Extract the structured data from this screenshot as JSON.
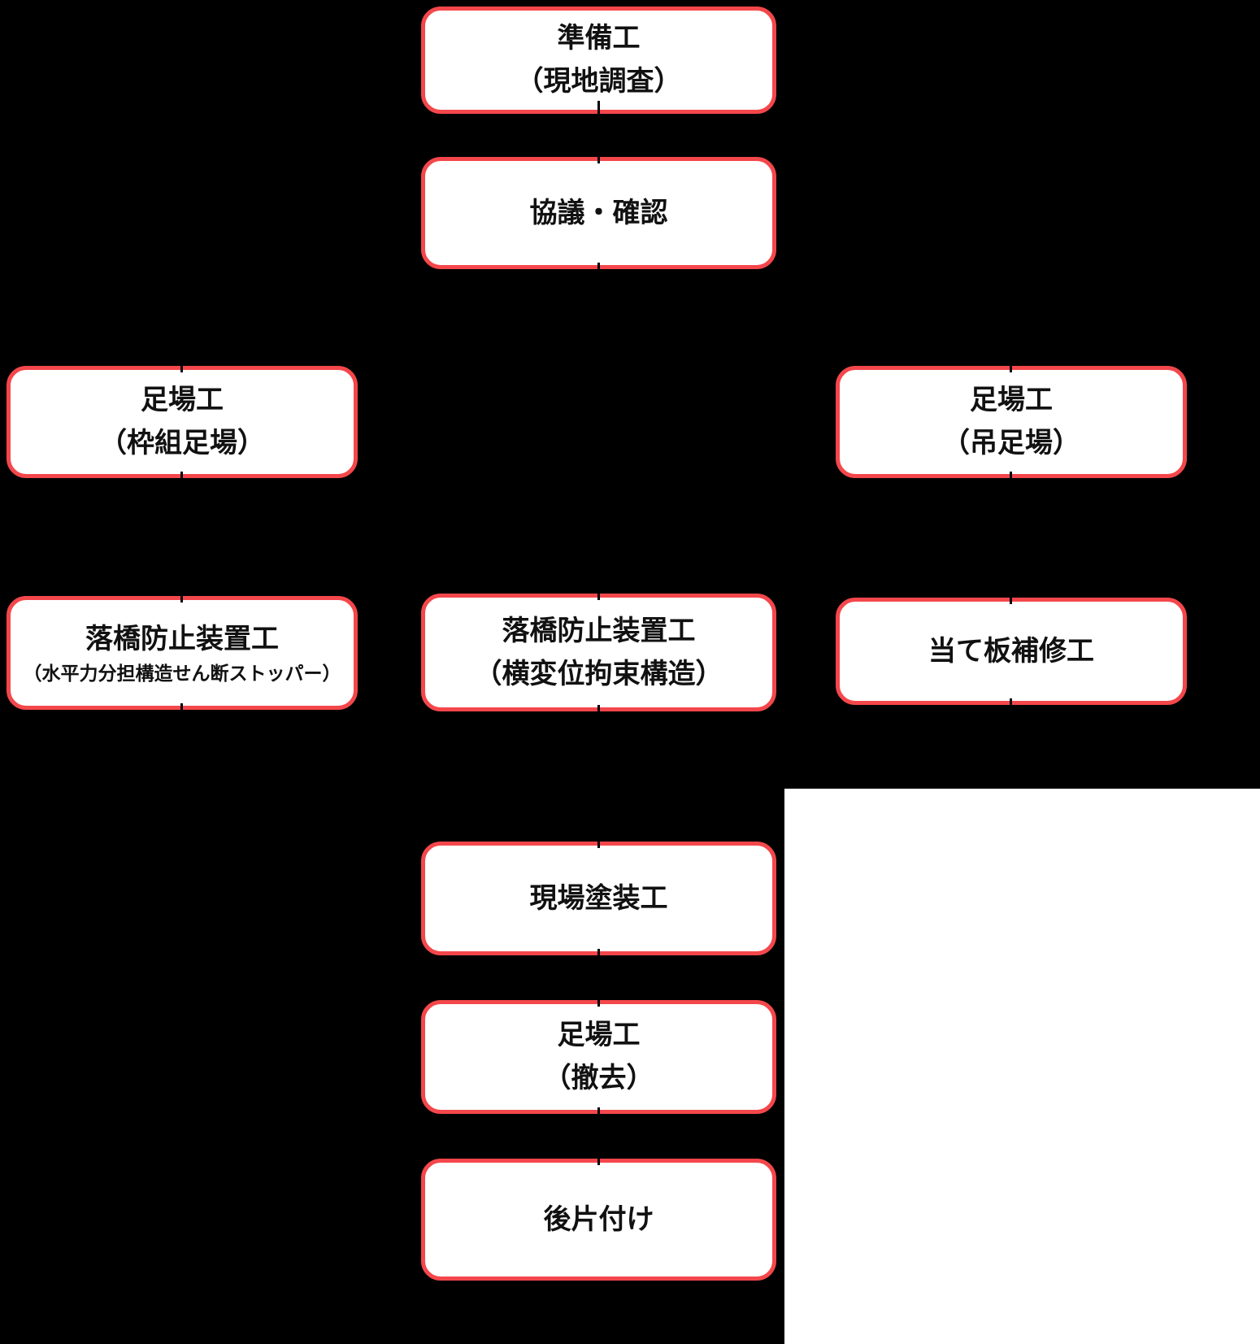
{
  "colors": {
    "background": "#000000",
    "node_fill": "#ffffff",
    "node_border": "#f4474b",
    "node_text": "#111111",
    "connector": "#000000",
    "bottom_right_patch": "#ffffff"
  },
  "nodes": [
    {
      "line1": "準備工",
      "line2": "（現地調査）"
    },
    {
      "line1": "協議・確認"
    },
    {
      "line1": "足場工",
      "line2": "（枠組足場）"
    },
    {
      "line1": "足場工",
      "line2": "（吊足場）"
    },
    {
      "line1": "落橋防止装置工",
      "line2": "（水平力分担構造せん断ストッパー）"
    },
    {
      "line1": "落橋防止装置工",
      "line2": "（横変位拘束構造）"
    },
    {
      "line1": "当て板補修工"
    },
    {
      "line1": "現場塗装工"
    },
    {
      "line1": "足場工",
      "line2": "（撤去）"
    },
    {
      "line1": "後片付け"
    }
  ],
  "edges": [
    {
      "from": "準備工（現地調査）",
      "to": "協議・確認"
    },
    {
      "from": "協議・確認",
      "to": "足場工（枠組足場）"
    },
    {
      "from": "協議・確認",
      "to": "落橋防止装置工（横変位拘束構造）"
    },
    {
      "from": "協議・確認",
      "to": "足場工（吊足場）"
    },
    {
      "from": "足場工（枠組足場）",
      "to": "落橋防止装置工（水平力分担構造せん断ストッパー）"
    },
    {
      "from": "足場工（吊足場）",
      "to": "当て板補修工"
    },
    {
      "from": "落橋防止装置工（水平力分担構造せん断ストッパー）",
      "to": "現場塗装工"
    },
    {
      "from": "落橋防止装置工（横変位拘束構造）",
      "to": "現場塗装工"
    },
    {
      "from": "当て板補修工",
      "to": "現場塗装工"
    },
    {
      "from": "現場塗装工",
      "to": "足場工（撤去）"
    },
    {
      "from": "足場工（撤去）",
      "to": "後片付け"
    }
  ]
}
